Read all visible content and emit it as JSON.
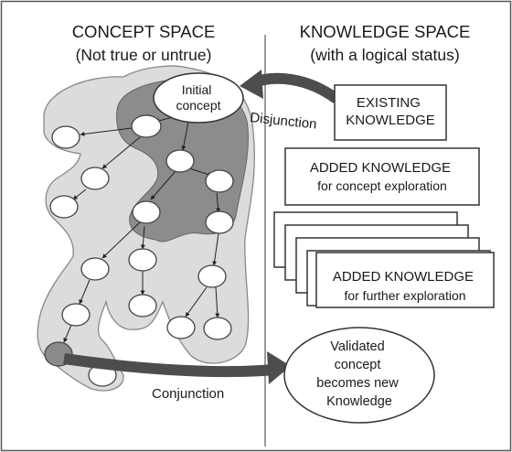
{
  "concept_space": {
    "heading": "CONCEPT SPACE",
    "subheading": "(Not true or untrue)"
  },
  "knowledge_space": {
    "heading": "KNOWLEDGE SPACE",
    "subheading": "(with a logical status)"
  },
  "nodes": {
    "initial_concept": [
      "Initial",
      "concept"
    ],
    "validated_concept": [
      "Validated",
      "concept",
      "becomes new",
      "Knowledge"
    ]
  },
  "boxes": {
    "existing_knowledge": [
      "EXISTING",
      "KNOWLEDGE"
    ],
    "added_concept_exploration": [
      "ADDED KNOWLEDGE",
      "for concept exploration"
    ],
    "added_further_exploration": [
      "ADDED KNOWLEDGE",
      "for further exploration"
    ]
  },
  "arrows": {
    "disjunction": "Disjunction",
    "conjunction": "Conjunction"
  },
  "colors": {
    "light_region": "#dcdcdc",
    "dark_region": "#8c8c8c",
    "arrow": "#4d4d4d",
    "seed_node": "#8a8a8a",
    "divider": "#9a9a9a"
  }
}
